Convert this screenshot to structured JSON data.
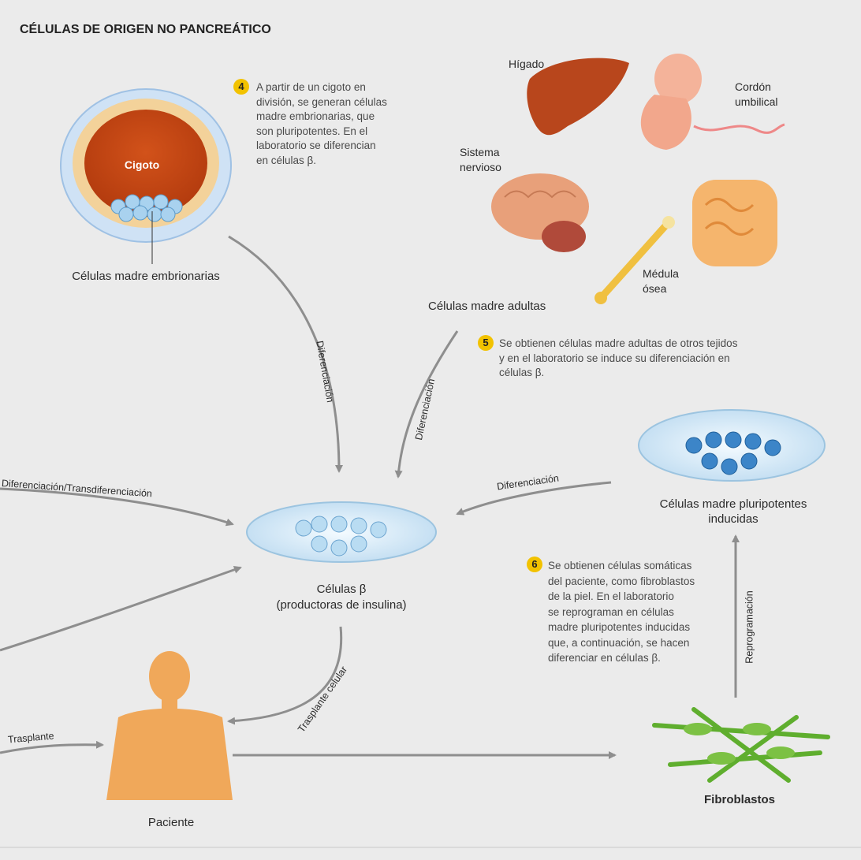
{
  "title": "CÉLULAS DE ORIGEN NO PANCREÁTICO",
  "zygote": {
    "inner_label": "Cigoto",
    "caption": "Células madre embrionarias"
  },
  "callout4": {
    "number": "4",
    "lines": [
      "A partir de un cigoto en",
      "división, se generan células",
      "madre embrionarias, que",
      "son pluripotentes. En el",
      "laboratorio se diferencian",
      "en células β."
    ]
  },
  "organs": {
    "liver": "Hígado",
    "umbilical": [
      "Cordón",
      "umbilical"
    ],
    "nervous": [
      "Sistema",
      "nervioso"
    ],
    "marrow": [
      "Médula",
      "ósea"
    ]
  },
  "adult_stem_cells": "Células madre adultas",
  "callout5": {
    "number": "5",
    "lines": [
      "Se obtienen células madre adultas de otros tejidos",
      "y en el laboratorio se induce su diferenciación en",
      "células β."
    ]
  },
  "arrows": {
    "diff_embryonic": "Diferenciación",
    "diff_adult": "Diferenciación",
    "diff_transdiff": "Diferenciación/Transdiferenciación",
    "diff_ips": "Diferenciación",
    "reprogramming": "Reprogramación",
    "cell_transplant": "Trasplante celular",
    "transplant": "Trasplante"
  },
  "beta_cells": [
    "Células β",
    "(productoras de insulina)"
  ],
  "ips_cells": [
    "Células madre pluripotentes",
    "inducidas"
  ],
  "callout6": {
    "number": "6",
    "lines": [
      "Se obtienen células somáticas",
      "del paciente, como fibroblastos",
      "de la piel. En el laboratorio",
      "se reprograman en células",
      "madre pluripotentes inducidas",
      "que, a continuación, se hacen",
      "diferenciar en células β."
    ]
  },
  "patient": "Paciente",
  "fibroblasts": "Fibroblastos",
  "colors": {
    "badge": "#f2c200",
    "arrow": "#8e8e8e",
    "orange": "#e07a1e",
    "skin": "#f0a85a",
    "green": "#5fae2e"
  }
}
